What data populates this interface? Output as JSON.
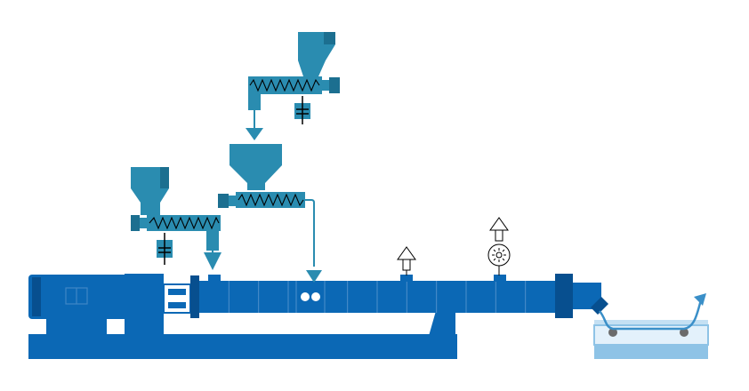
{
  "diagram": {
    "colors": {
      "machine_blue": "#0b68b5",
      "machine_blue_dark": "#074f8f",
      "feeder_teal": "#2a8cb0",
      "feeder_teal_dark": "#1c6f90",
      "bath_light": "#8ec3e6",
      "bath_fill": "#c4e0f3",
      "strand": "#3a8fc8",
      "roller": "#6b6b6b",
      "outline": "#000000",
      "background": "#ffffff"
    },
    "components": [
      {
        "id": "drive-motor",
        "kind": "motor"
      },
      {
        "id": "gearbox",
        "kind": "gearbox"
      },
      {
        "id": "coupling",
        "kind": "coupling"
      },
      {
        "id": "extruder-barrel",
        "kind": "barrel",
        "segments": 12
      },
      {
        "id": "base-frame",
        "kind": "frame"
      },
      {
        "id": "side-feeder-1",
        "kind": "screw-feeder-with-hopper"
      },
      {
        "id": "main-feeder",
        "kind": "screw-feeder-with-hopper"
      },
      {
        "id": "top-feeder",
        "kind": "screw-feeder-with-hopper"
      },
      {
        "id": "twin-screw-inlet",
        "kind": "feed-inlet"
      },
      {
        "id": "atmospheric-vent",
        "kind": "vent-arrow"
      },
      {
        "id": "vacuum-vent",
        "kind": "vent-with-pump"
      },
      {
        "id": "die-head",
        "kind": "die"
      },
      {
        "id": "cooling-bath",
        "kind": "water-bath",
        "rollers": 2
      }
    ],
    "icons": [
      "vent-arrow-icon",
      "vacuum-pump-icon",
      "motor-symbol-icon",
      "scale-symbol-icon"
    ]
  }
}
